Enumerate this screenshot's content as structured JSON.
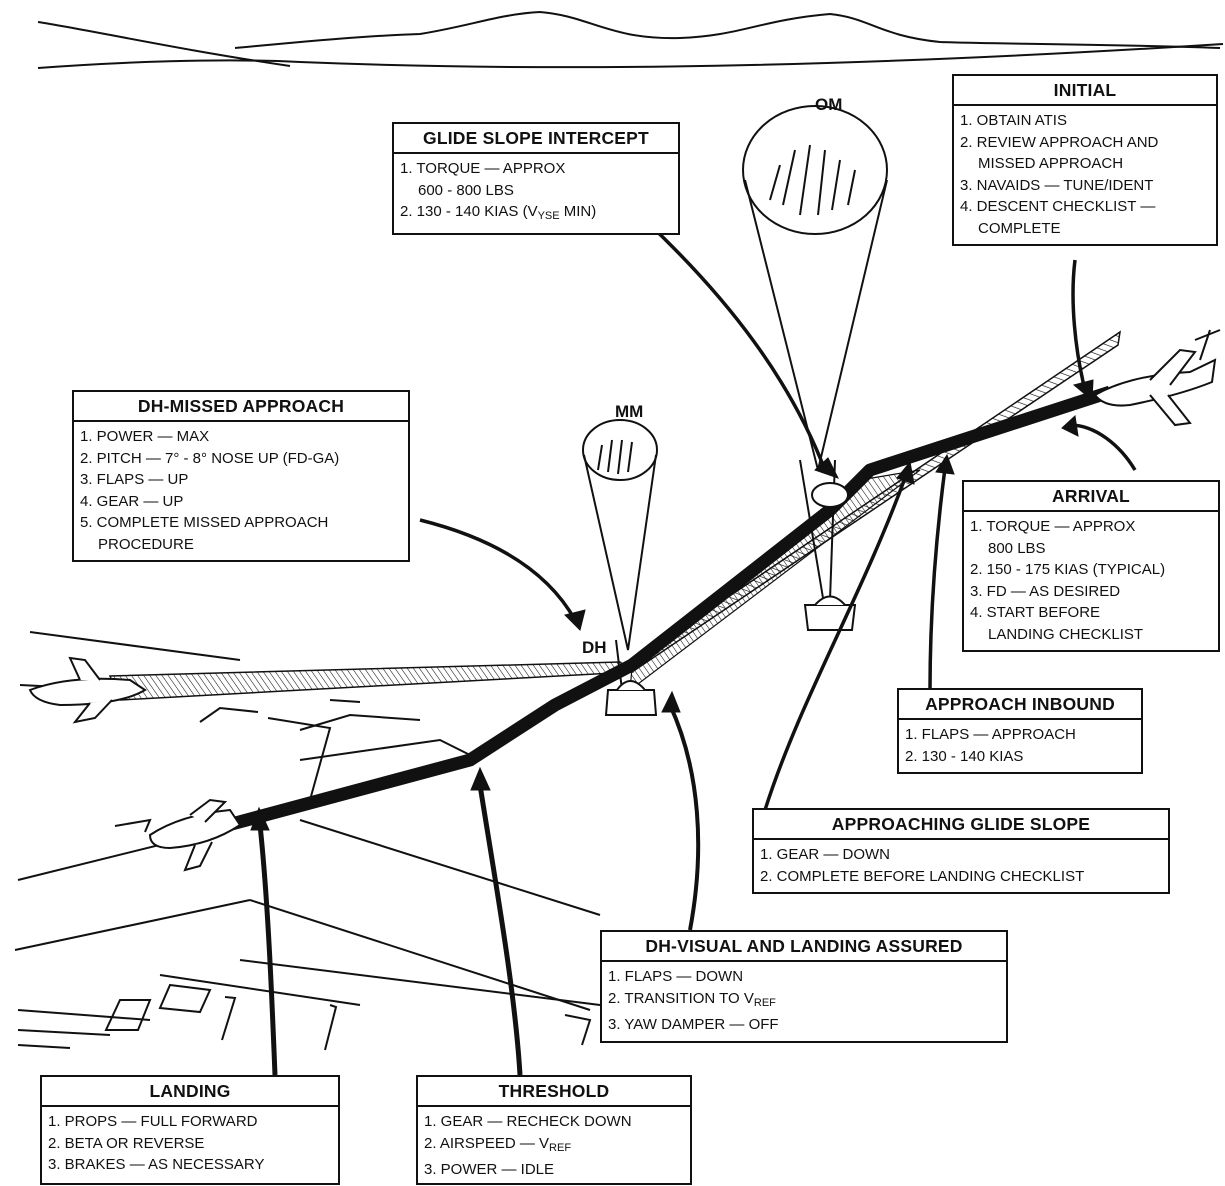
{
  "markers": {
    "om": "OM",
    "mm": "MM",
    "dh": "DH"
  },
  "initial": {
    "title": "INITIAL",
    "items": [
      "1. OBTAIN ATIS",
      "2. REVIEW APPROACH AND",
      "MISSED APPROACH",
      "3. NAVAIDS — TUNE/IDENT",
      "4. DESCENT CHECKLIST —",
      "COMPLETE"
    ]
  },
  "glide_slope_intercept": {
    "title": "GLIDE SLOPE INTERCEPT",
    "items": [
      "1. TORQUE — APPROX",
      "600 - 800 LBS",
      "2. 130 - 140 KIAS (V",
      "YSE",
      " MIN)"
    ]
  },
  "dh_missed_approach": {
    "title": "DH-MISSED APPROACH",
    "items": [
      "1. POWER — MAX",
      "2. PITCH — 7° - 8° NOSE UP (FD-GA)",
      "3. FLAPS — UP",
      "4. GEAR — UP",
      "5. COMPLETE MISSED APPROACH",
      "PROCEDURE"
    ]
  },
  "arrival": {
    "title": "ARRIVAL",
    "items": [
      "1. TORQUE — APPROX",
      "800 LBS",
      "2. 150 - 175 KIAS (TYPICAL)",
      "3. FD — AS DESIRED",
      "4. START BEFORE",
      "LANDING CHECKLIST"
    ]
  },
  "approach_inbound": {
    "title": "APPROACH INBOUND",
    "items": [
      "1. FLAPS — APPROACH",
      "2. 130 - 140 KIAS"
    ]
  },
  "approaching_glide_slope": {
    "title": "APPROACHING GLIDE SLOPE",
    "items": [
      "1. GEAR — DOWN",
      "2. COMPLETE BEFORE LANDING CHECKLIST"
    ]
  },
  "dh_visual": {
    "title": "DH-VISUAL AND LANDING ASSURED",
    "items": [
      "1. FLAPS — DOWN",
      "2. TRANSITION TO V",
      "REF",
      "3. YAW DAMPER — OFF"
    ]
  },
  "landing": {
    "title": "LANDING",
    "items": [
      "1. PROPS — FULL FORWARD",
      "2. BETA OR REVERSE",
      "3. BRAKES — AS NECESSARY"
    ]
  },
  "threshold": {
    "title": "THRESHOLD",
    "items": [
      "1. GEAR — RECHECK DOWN",
      "2. AIRSPEED — V",
      "REF",
      "3. POWER — IDLE"
    ]
  }
}
